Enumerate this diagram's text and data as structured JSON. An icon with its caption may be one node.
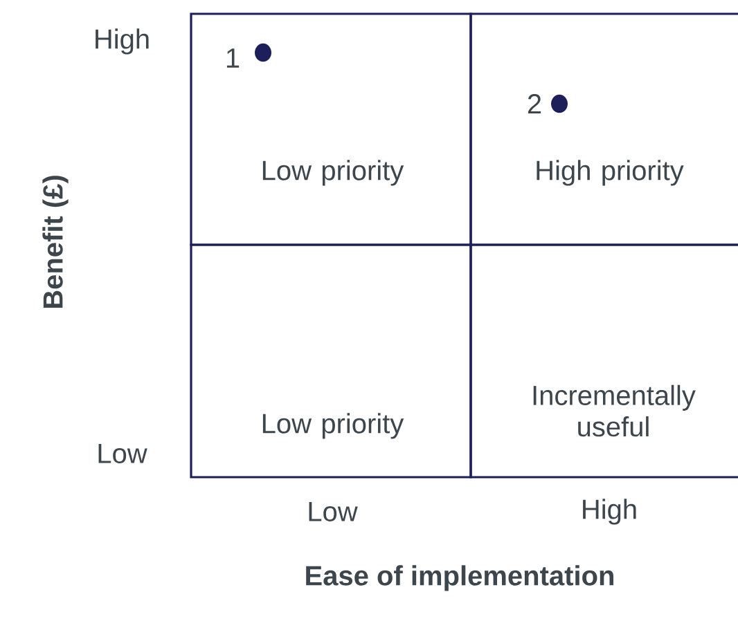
{
  "diagram": {
    "nodes": [
      {
        "text": [
          "Low priority"
        ]
      },
      {
        "text": [
          "High priority"
        ]
      },
      {
        "text": [
          "Low priority"
        ]
      },
      {
        "text": [
          "Incrementally useful"
        ]
      },
      {
        "text": [],
        "shape": "circle",
        "beside": [
          "1"
        ],
        "in": 0
      },
      {
        "text": [],
        "shape": "circle",
        "beside": [
          "2"
        ],
        "in": 1
      }
    ],
    "labels": [
      "High",
      "Benefit (£)",
      "Low",
      "Low",
      "High",
      "Ease of implementation"
    ]
  }
}
